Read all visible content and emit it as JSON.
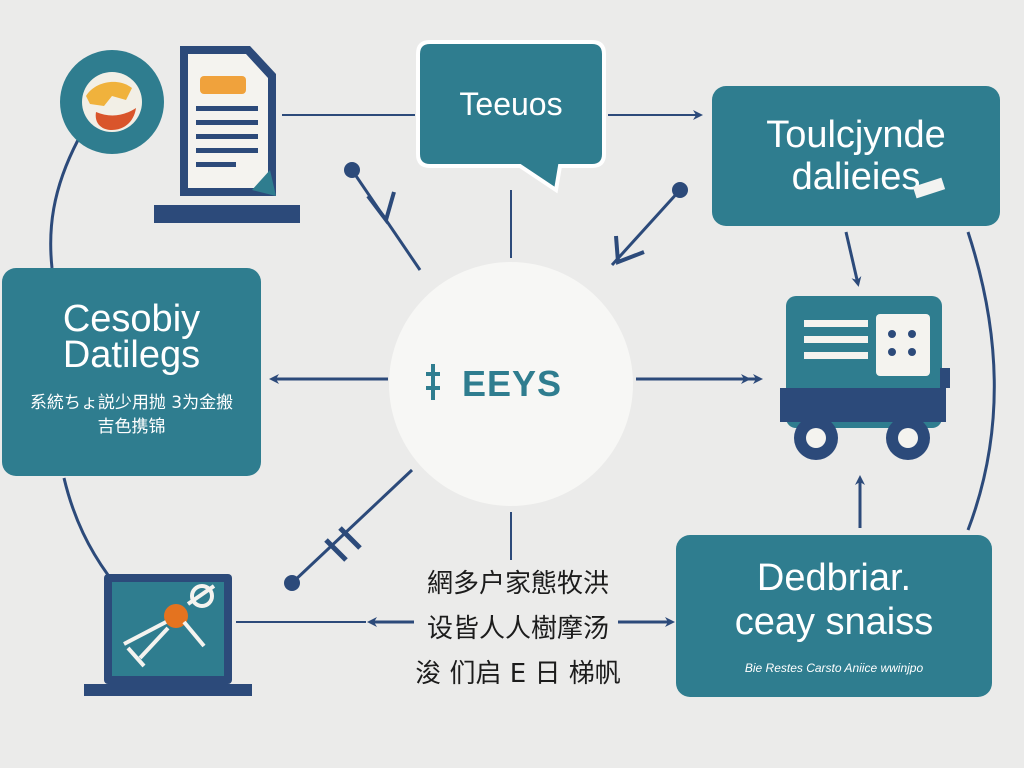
{
  "center": {
    "label": "EEYS"
  },
  "bubble": {
    "label": "Teeuos"
  },
  "top_right_box": {
    "line1": "Toulcjynde",
    "line2": "dalieies"
  },
  "left_box": {
    "line1": "Cesobiy",
    "line2": "Datilegs",
    "sub1": "系統ちょ説少用抛 3为金搬",
    "sub2": "吉色携锦"
  },
  "bottom_right_box": {
    "line1": "Dedbriar.",
    "line2": "ceay snaiss",
    "small": "Bie Restes Carsto Aniice wwinjpo"
  },
  "bottom_text": {
    "line1": "網多户家態牧洪",
    "line2": "设皆人人樹摩汤",
    "line3": "浚 们启 E 日 梯帆"
  },
  "colors": {
    "teal": "#2f7d8f",
    "navy": "#2c4a7a",
    "orange": "#f0a23c",
    "orange_dark": "#e4731f",
    "background": "#ebebea"
  },
  "icons": [
    "globe-icon",
    "document-icon",
    "delivery-truck-icon",
    "laptop-network-icon"
  ]
}
